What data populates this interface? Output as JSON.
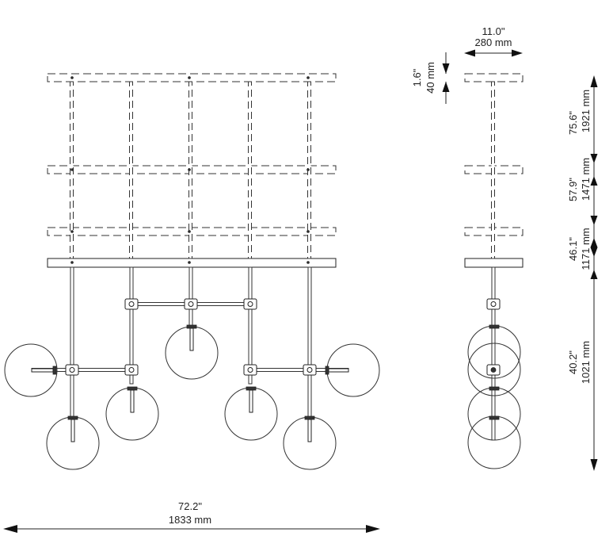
{
  "front_view": {
    "width_imperial": "72.2\"",
    "width_metric": "1833 mm"
  },
  "side_view": {
    "depth_imperial": "11.0\"",
    "depth_metric": "280 mm",
    "canopy_height_imperial": "1.6\"",
    "canopy_height_metric": "40 mm"
  },
  "heights": [
    {
      "imperial": "75.6\"",
      "metric": "1921 mm"
    },
    {
      "imperial": "57.9\"",
      "metric": "1471 mm"
    },
    {
      "imperial": "46.1\"",
      "metric": "1171 mm"
    },
    {
      "imperial": "40.2\"",
      "metric": "1021 mm"
    }
  ]
}
